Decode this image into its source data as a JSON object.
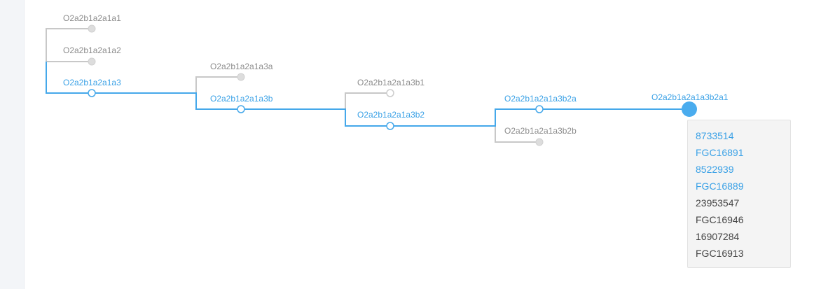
{
  "tree": {
    "nodes": {
      "a1": "O2a2b1a2a1a1",
      "a2": "O2a2b1a2a1a2",
      "a3": "O2a2b1a2a1a3",
      "a3a": "O2a2b1a2a1a3a",
      "a3b": "O2a2b1a2a1a3b",
      "a3b1": "O2a2b1a2a1a3b1",
      "a3b2": "O2a2b1a2a1a3b2",
      "a3b2a": "O2a2b1a2a1a3b2a",
      "a3b2b": "O2a2b1a2a1a3b2b",
      "a3b2a1": "O2a2b1a2a1a3b2a1"
    },
    "selected": "O2a2b1a2a1a3b2a1",
    "colors": {
      "active": "#45a8ea",
      "inactive": "#c8c8c8",
      "active_text": "#3aa1e6",
      "inactive_text": "#8c8c8c"
    }
  },
  "snp_panel": {
    "items": [
      {
        "text": "8733514",
        "link": true
      },
      {
        "text": "FGC16891",
        "link": true
      },
      {
        "text": "8522939",
        "link": true
      },
      {
        "text": "FGC16889",
        "link": true
      },
      {
        "text": "23953547",
        "link": false
      },
      {
        "text": "FGC16946",
        "link": false
      },
      {
        "text": "16907284",
        "link": false
      },
      {
        "text": "FGC16913",
        "link": false
      }
    ]
  }
}
